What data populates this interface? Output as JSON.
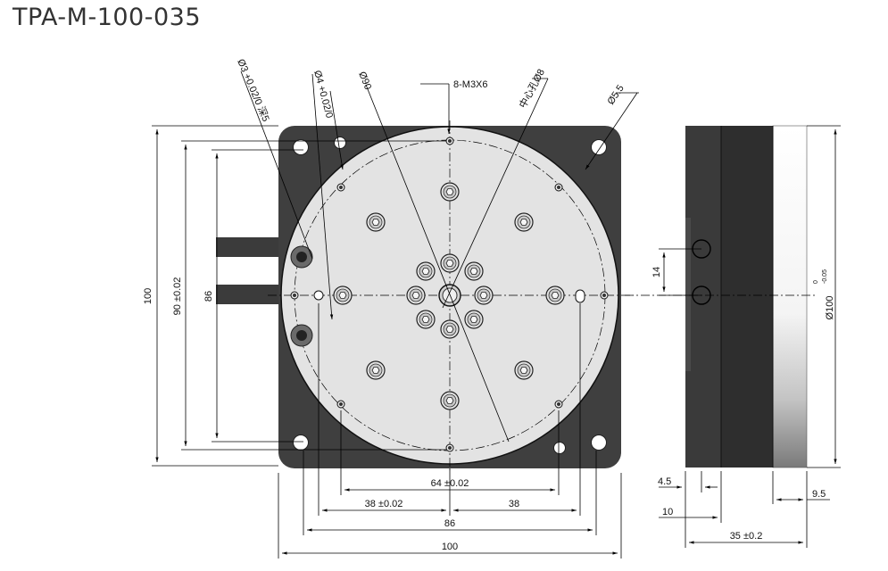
{
  "title": "TPA-M-100-035",
  "front_view": {
    "callouts": {
      "pin_hole": "Ø3 +0.02/0 深5",
      "dowel_hole": "Ø4 +0.02/0",
      "bolt_circle": "Ø90",
      "thread": "8-M3X6",
      "center_bore": "中心孔Ø8",
      "mount_hole": "Ø5.5"
    },
    "dims": {
      "height_overall": "100",
      "height_holes": "90 ±0.02",
      "height_inner": "86",
      "width_64": "64 ±0.02",
      "width_38a": "38 ±0.02",
      "width_38b": "38",
      "width_86": "86",
      "width_100": "100"
    }
  },
  "side_view": {
    "dims": {
      "port_spacing": "14",
      "diameter": "Ø100",
      "diameter_tol_upper": "0",
      "diameter_tol_lower": "-0.05",
      "d_4_5": "4.5",
      "d_10": "10",
      "d_9_5": "9.5",
      "d_35": "35 ±0.2"
    }
  }
}
